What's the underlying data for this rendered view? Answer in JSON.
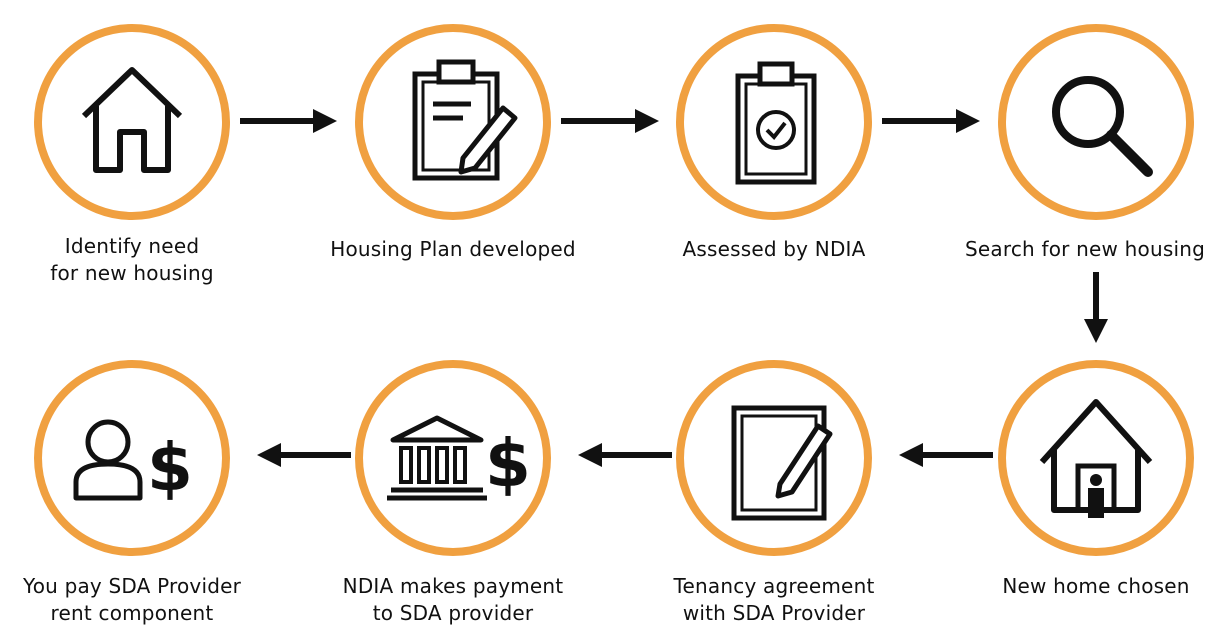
{
  "diagram": {
    "colors": {
      "ring": "#f0a040",
      "ink": "#111111"
    },
    "steps": [
      {
        "icon": "house-icon",
        "lines": [
          "Identify need",
          "for new housing"
        ]
      },
      {
        "icon": "clipboard-pencil-icon",
        "lines": [
          "Housing Plan developed"
        ]
      },
      {
        "icon": "clipboard-check-icon",
        "lines": [
          "Assessed by NDIA"
        ]
      },
      {
        "icon": "magnifier-icon",
        "lines": [
          "Search for new housing"
        ]
      },
      {
        "icon": "house-person-icon",
        "lines": [
          "New home chosen"
        ]
      },
      {
        "icon": "document-pencil-icon",
        "lines": [
          "Tenancy agreement",
          "with SDA Provider"
        ]
      },
      {
        "icon": "bank-dollar-icon",
        "lines": [
          "NDIA makes payment",
          "to SDA provider"
        ]
      },
      {
        "icon": "person-dollar-icon",
        "lines": [
          "You pay SDA Provider",
          "rent component"
        ]
      }
    ]
  }
}
